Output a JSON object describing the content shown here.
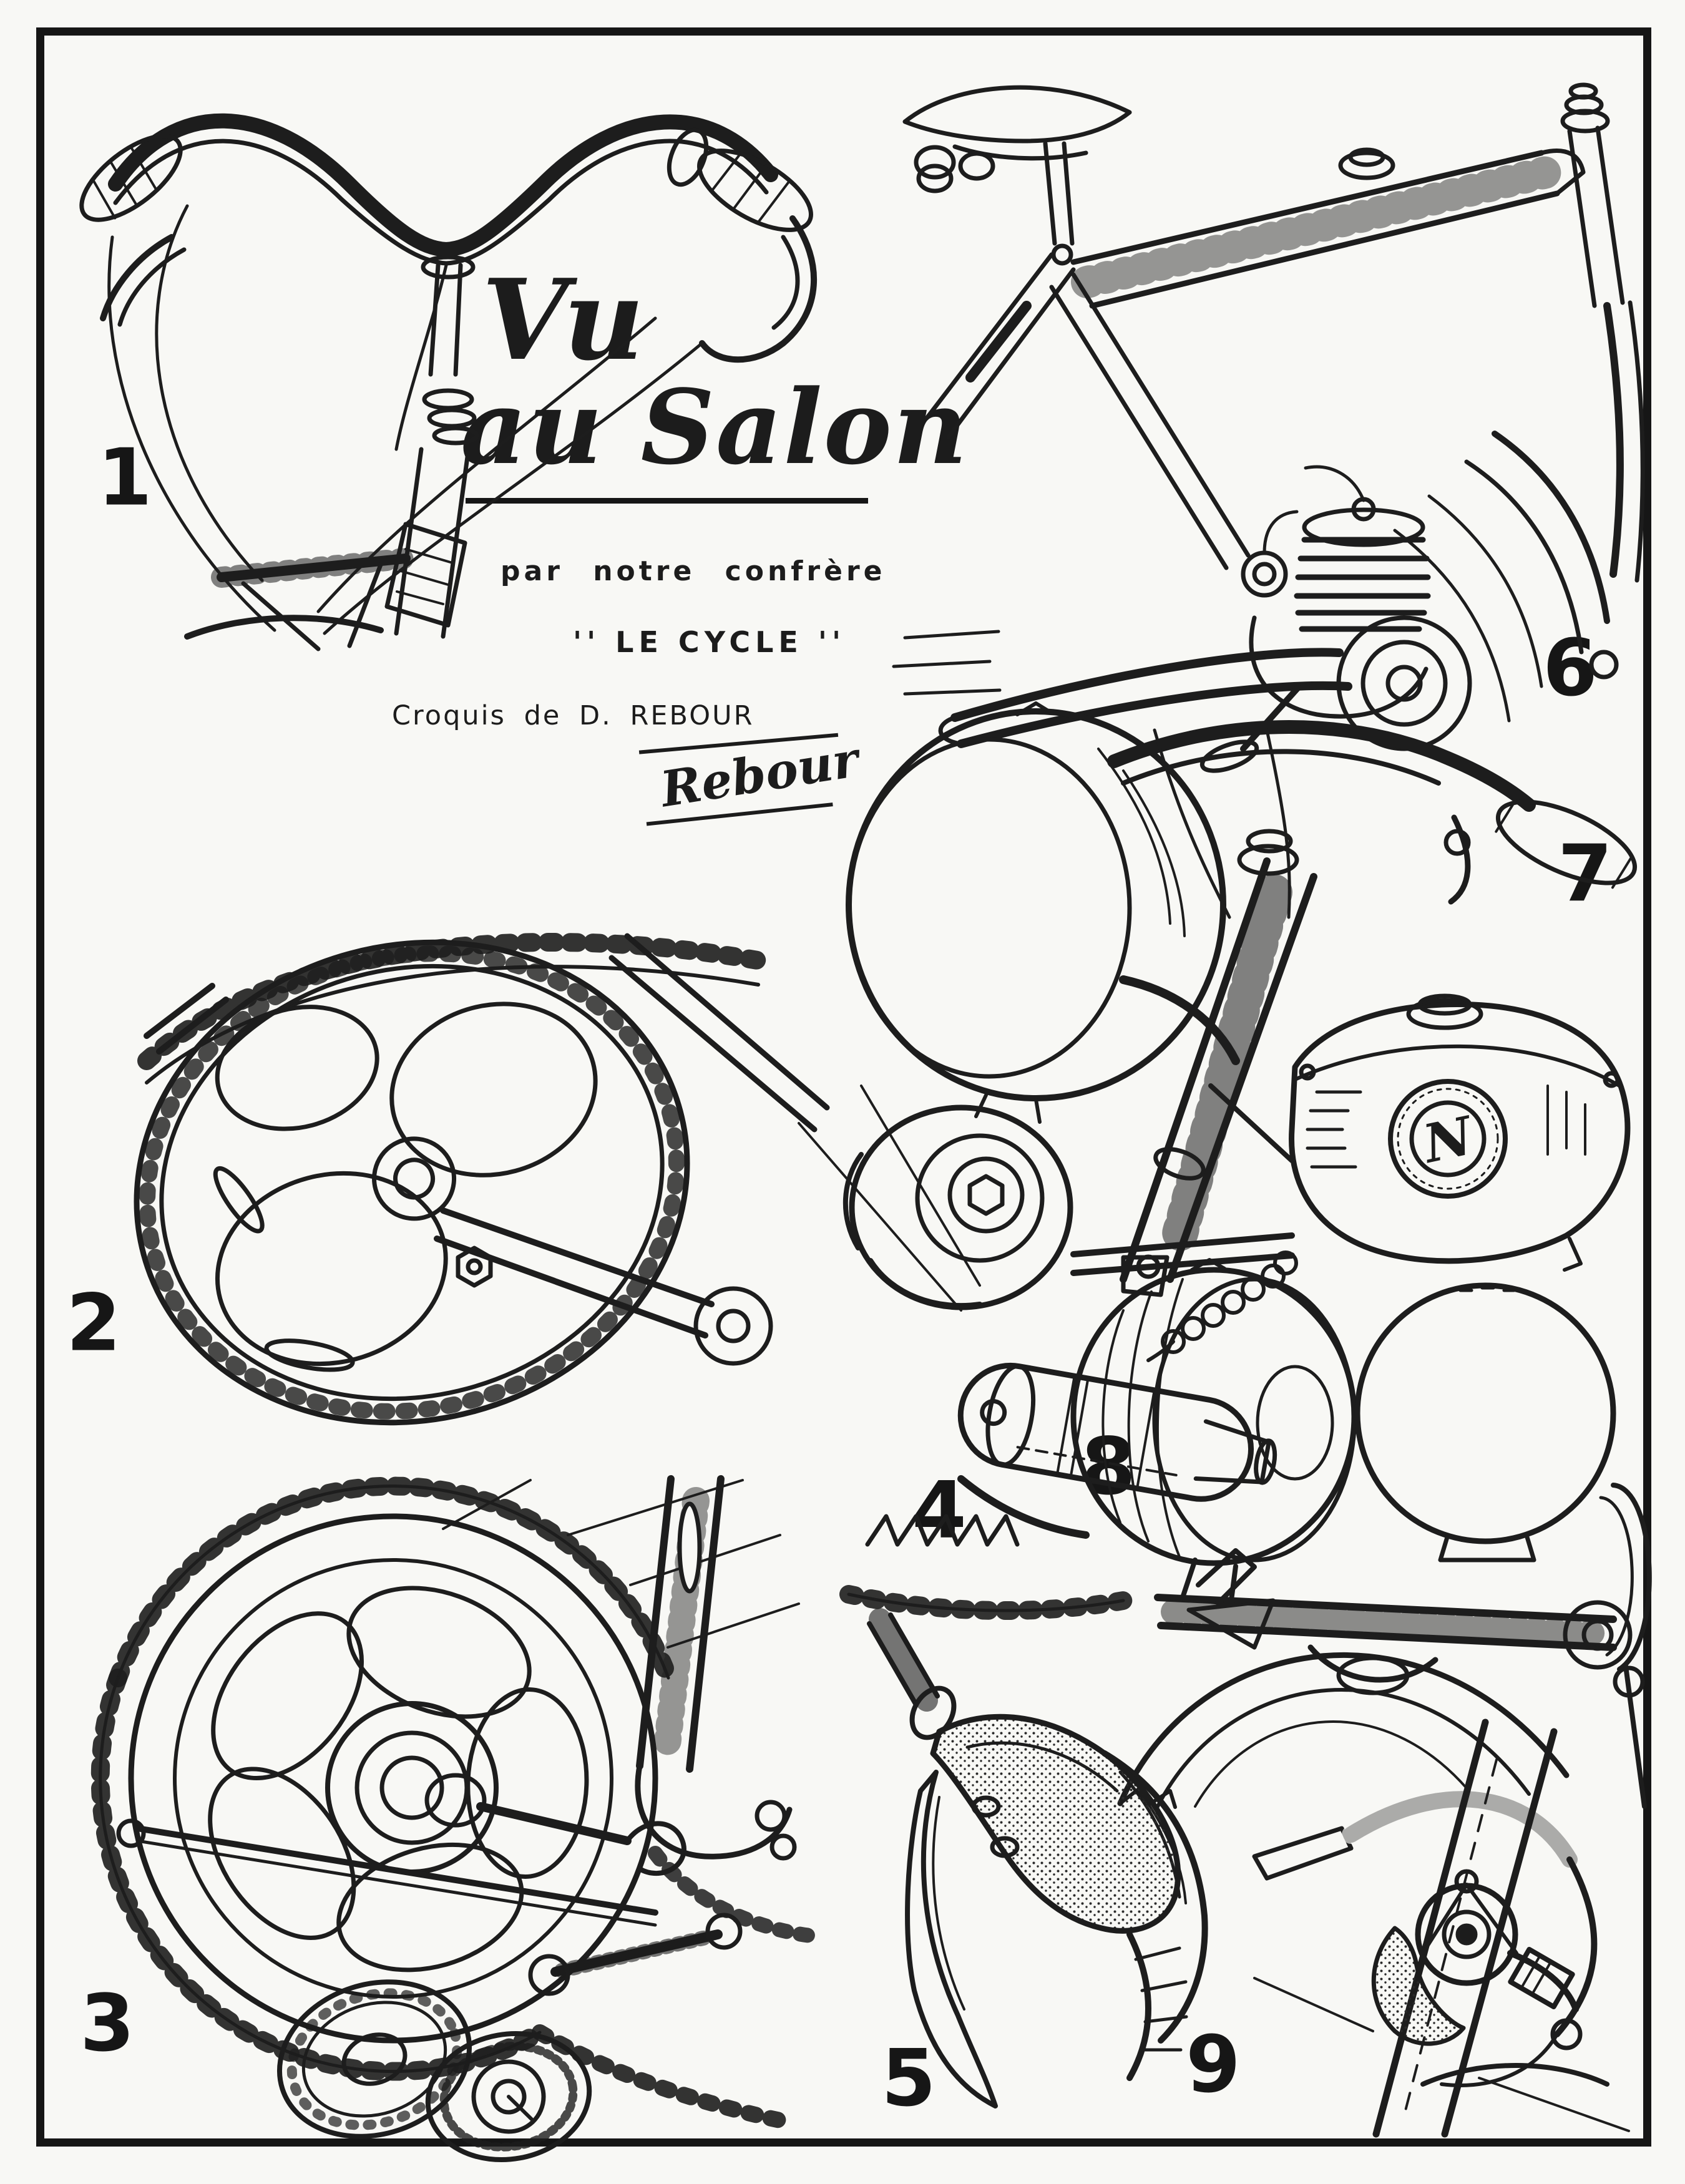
{
  "page": {
    "background_color": "#f8f8f5",
    "ink_color": "#1c1c1c"
  },
  "header": {
    "title_line1": "Vu",
    "title_line2": "au Salon",
    "subtitle": "par notre confrère",
    "publication": "'' LE CYCLE ''",
    "credit": "Croquis de D. REBOUR",
    "signature": "Rebour"
  },
  "tank_badge_letter": "N",
  "figures": [
    {
      "number": "1",
      "sketch": "handlebars-with-brake-levers-and-cables"
    },
    {
      "number": "2",
      "sketch": "chainring-and-crank-arm"
    },
    {
      "number": "3",
      "sketch": "rear-hub-large-sprocket-and-chain"
    },
    {
      "number": "4",
      "sketch": "bottom-bracket-dynamo-unit"
    },
    {
      "number": "5",
      "sketch": "brake-lever-on-drop-handlebar"
    },
    {
      "number": "6",
      "sketch": "moped-frame-with-engine"
    },
    {
      "number": "7",
      "sketch": "headlamp-fork-and-fuel-tank"
    },
    {
      "number": "8",
      "sketch": "twin-headlamps-on-front-fender"
    },
    {
      "number": "9",
      "sketch": "brake-caliper-on-fork"
    }
  ]
}
